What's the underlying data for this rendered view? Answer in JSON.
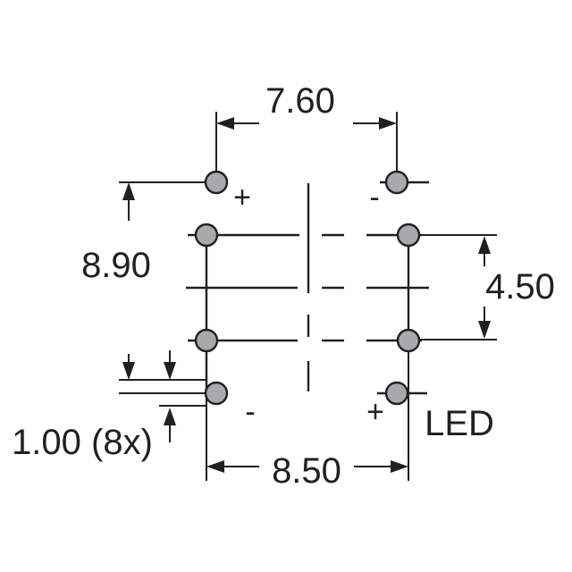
{
  "diagram": {
    "dimensions": {
      "top_width": "7.60",
      "left_height": "8.90",
      "right_height": "4.50",
      "pin_diameter": "1.00 (8x)",
      "bottom_width": "8.50"
    },
    "polarity": {
      "top_left": "+",
      "top_right": "-",
      "bottom_left": "-",
      "bottom_right": "+"
    },
    "label": "LED",
    "colors": {
      "line": "#231f20",
      "pin_fill": "#a7a9ac"
    }
  }
}
